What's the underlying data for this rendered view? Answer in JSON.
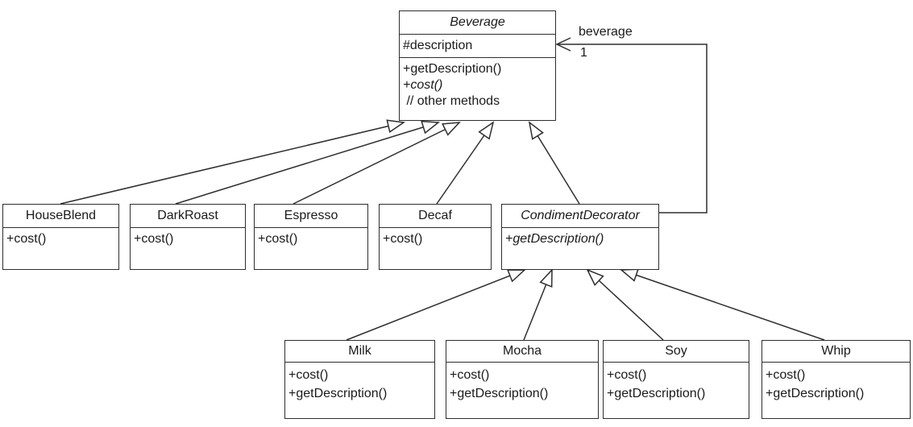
{
  "diagram": {
    "classes": {
      "beverage": {
        "name": "Beverage",
        "attributes": [
          "#description"
        ],
        "methods": [
          "+getDescription()",
          "+cost()",
          " // other methods"
        ]
      },
      "houseblend": {
        "name": "HouseBlend",
        "methods": [
          "+cost()"
        ]
      },
      "darkroast": {
        "name": "DarkRoast",
        "methods": [
          "+cost()"
        ]
      },
      "espresso": {
        "name": "Espresso",
        "methods": [
          "+cost()"
        ]
      },
      "decaf": {
        "name": "Decaf",
        "methods": [
          "+cost()"
        ]
      },
      "condimentdecorator": {
        "name": "CondimentDecorator",
        "methods": [
          "+getDescription()"
        ]
      },
      "milk": {
        "name": "Milk",
        "methods": [
          "+cost()",
          "+getDescription()"
        ]
      },
      "mocha": {
        "name": "Mocha",
        "methods": [
          "+cost()",
          "+getDescription()"
        ]
      },
      "soy": {
        "name": "Soy",
        "methods": [
          "+cost()",
          "+getDescription()"
        ]
      },
      "whip": {
        "name": "Whip",
        "methods": [
          "+cost()",
          "+getDescription()"
        ]
      }
    },
    "association": {
      "from": "CondimentDecorator",
      "to": "Beverage",
      "label": "beverage",
      "multiplicity": "1"
    },
    "relationships": [
      {
        "type": "generalization",
        "from": "HouseBlend",
        "to": "Beverage"
      },
      {
        "type": "generalization",
        "from": "DarkRoast",
        "to": "Beverage"
      },
      {
        "type": "generalization",
        "from": "Espresso",
        "to": "Beverage"
      },
      {
        "type": "generalization",
        "from": "Decaf",
        "to": "Beverage"
      },
      {
        "type": "generalization",
        "from": "CondimentDecorator",
        "to": "Beverage"
      },
      {
        "type": "generalization",
        "from": "Milk",
        "to": "CondimentDecorator"
      },
      {
        "type": "generalization",
        "from": "Mocha",
        "to": "CondimentDecorator"
      },
      {
        "type": "generalization",
        "from": "Soy",
        "to": "CondimentDecorator"
      },
      {
        "type": "generalization",
        "from": "Whip",
        "to": "CondimentDecorator"
      }
    ],
    "colors": {
      "line": "#2e2e2e",
      "background": "#ffffff",
      "box_fill": "#ffffff",
      "text": "#1a1a1a"
    }
  }
}
